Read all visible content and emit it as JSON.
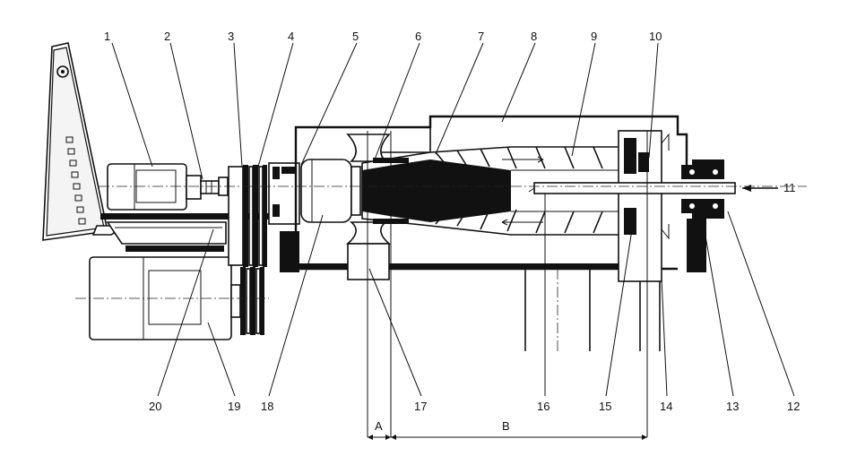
{
  "callouts_top": [
    "1",
    "2",
    "3",
    "4",
    "5",
    "6",
    "7",
    "8",
    "9",
    "10"
  ],
  "callout_right": "11",
  "callouts_bottom": [
    "20",
    "19",
    "18",
    "17",
    "16",
    "15",
    "14",
    "13",
    "12"
  ],
  "dimensions": {
    "a": "A",
    "b": "B"
  }
}
